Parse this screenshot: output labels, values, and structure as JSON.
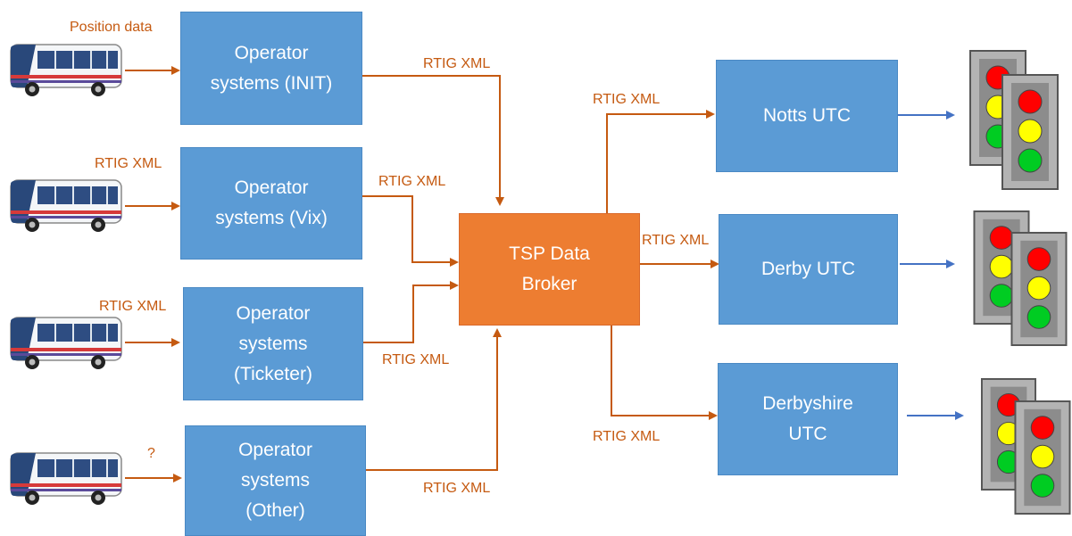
{
  "colors": {
    "box": "#5b9bd5",
    "broker": "#ed7d31",
    "arrow_orange": "#c55a11",
    "arrow_blue": "#4472c4"
  },
  "operators": [
    {
      "label": "Operator\nsystems (INIT)",
      "input_label": "Position data"
    },
    {
      "label": "Operator\nsystems (Vix)",
      "input_label": "RTIG XML"
    },
    {
      "label": "Operator\nsystems\n(Ticketer)",
      "input_label": "RTIG XML"
    },
    {
      "label": "Operator\nsystems\n(Other)",
      "input_label": "?"
    }
  ],
  "broker": {
    "label": "TSP Data\nBroker"
  },
  "utcs": [
    {
      "label": "Notts UTC"
    },
    {
      "label": "Derby UTC"
    },
    {
      "label": "Derbyshire\nUTC"
    }
  ],
  "link_labels": {
    "op1": "RTIG XML",
    "op2": "RTIG XML",
    "op3": "RTIG XML",
    "op4": "RTIG XML",
    "to_notts": "RTIG XML",
    "to_derby": "RTIG XML",
    "to_derbyshire": "RTIG XML"
  },
  "icons": {
    "bus": "bus-icon",
    "traffic_light": "traffic-light-icon"
  }
}
